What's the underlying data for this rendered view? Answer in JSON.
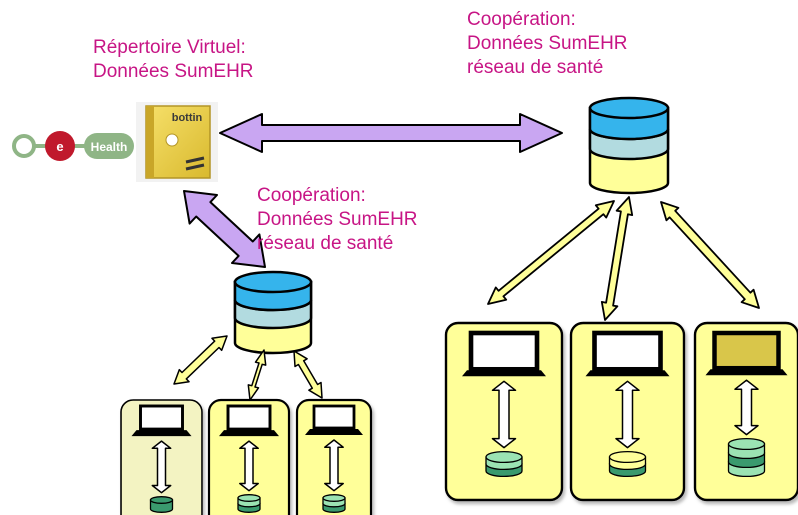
{
  "labels": {
    "virtual_directory": {
      "line1": "Répertoire Virtuel:",
      "line2": "Données SumEHR"
    },
    "top_right": {
      "line1": "Coopération:",
      "line2": "Données SumEHR",
      "line3": "réseau de santé"
    },
    "middle": {
      "line1": "Coopération:",
      "line2": "Données SumEHR",
      "line3": "réseau de santé"
    }
  },
  "logo": {
    "letter": "e",
    "word": "Health"
  },
  "book": {
    "title": "bottin"
  },
  "colors": {
    "label_text": "#c71585",
    "purple_arrow": "#c9a6f2",
    "yellow_arrow": "#ffff99",
    "panel_fill": "#ffff99",
    "db_top": "#35b4ec",
    "db_mid": "#b2dbe0",
    "db_bottom": "#ffff99",
    "local_db": "#3a9a6e",
    "ehealth_red": "#c0192c",
    "ehealth_green": "#8fb586"
  }
}
